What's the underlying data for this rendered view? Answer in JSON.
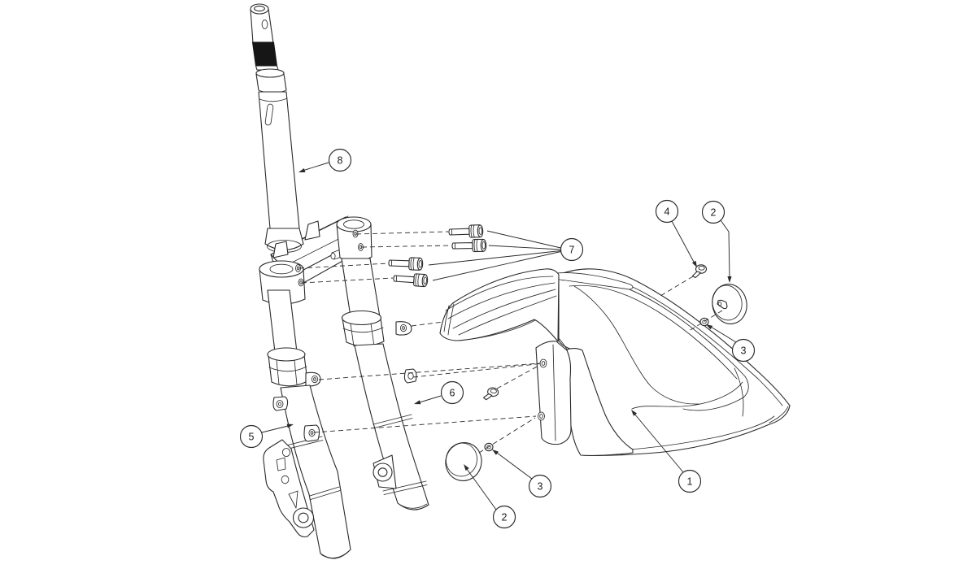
{
  "figure": {
    "type": "exploded-parts-diagram",
    "subject": "front fork, steering stem and front fender assembly",
    "colors": {
      "background": "#ffffff",
      "line": "#2a2a2a",
      "stem_band": "#161616"
    }
  },
  "callouts": {
    "c1": {
      "label": "1"
    },
    "c2_right": {
      "label": "2"
    },
    "c2_bottom": {
      "label": "2"
    },
    "c3_right": {
      "label": "3"
    },
    "c3_bottom": {
      "label": "3"
    },
    "c4": {
      "label": "4"
    },
    "c5": {
      "label": "5"
    },
    "c6": {
      "label": "6"
    },
    "c7": {
      "label": "7"
    },
    "c8": {
      "label": "8"
    }
  }
}
